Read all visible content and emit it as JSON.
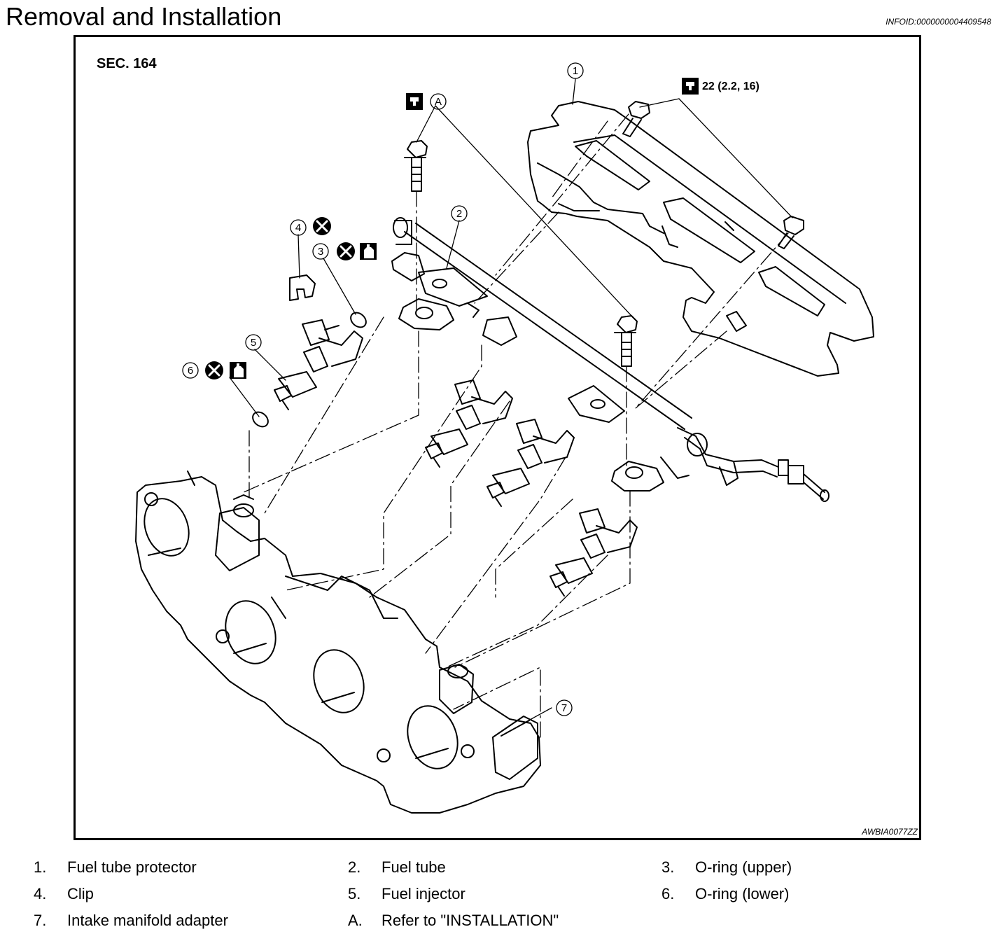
{
  "header": {
    "title": "Removal and Installation",
    "info_id": "INFOID:0000000004409548"
  },
  "figure": {
    "section": "SEC. 164",
    "code": "AWBIA0077ZZ",
    "callouts": [
      "1",
      "2",
      "3",
      "4",
      "5",
      "6",
      "7",
      "A"
    ],
    "torque_spec": "22 (2.2, 16)",
    "icons": [
      "torque-wrench-icon",
      "do-not-reuse-icon",
      "apply-oil-icon"
    ]
  },
  "legend": [
    {
      "num": "1.",
      "text": "Fuel tube protector"
    },
    {
      "num": "2.",
      "text": "Fuel tube"
    },
    {
      "num": "3.",
      "text": "O-ring (upper)"
    },
    {
      "num": "4.",
      "text": "Clip"
    },
    {
      "num": "5.",
      "text": "Fuel injector"
    },
    {
      "num": "6.",
      "text": "O-ring (lower)"
    },
    {
      "num": "7.",
      "text": "Intake manifold adapter"
    },
    {
      "num": "A.",
      "text": "Refer to \"INSTALLATION\""
    }
  ]
}
